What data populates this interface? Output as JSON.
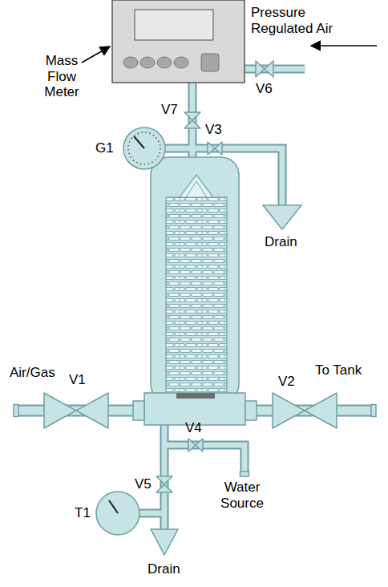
{
  "diagram": {
    "labels": [
      "Pressure Regulated Air",
      "Mass Flow Meter",
      "V6",
      "V7",
      "G1",
      "V3",
      "Drain",
      "Air/Gas",
      "V1",
      "V2",
      "To Tank",
      "V4",
      "Water Source",
      "V5",
      "T1",
      "Drain"
    ]
  }
}
